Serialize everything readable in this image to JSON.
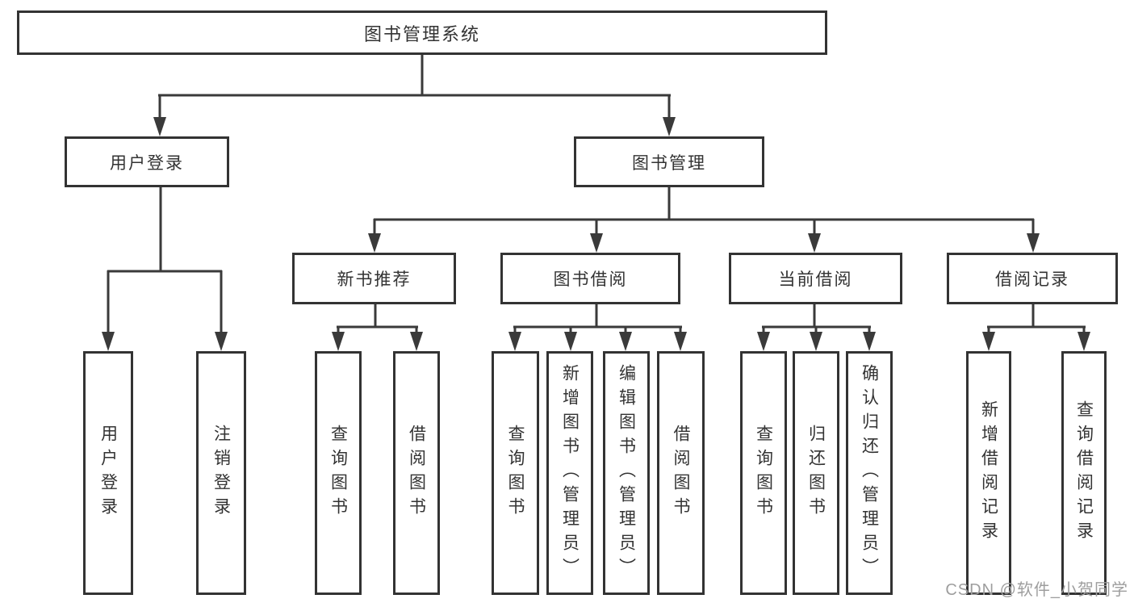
{
  "colors": {
    "background": "#ffffff",
    "line": "#3a3a3a",
    "box_border": "#333333",
    "text": "#333333",
    "watermark": "#9e9e9e"
  },
  "tree": {
    "root": {
      "label": "图书管理系统"
    },
    "branches": [
      {
        "label": "用户登录",
        "children": [
          {
            "label": "用户登录"
          },
          {
            "label": "注销登录"
          }
        ]
      },
      {
        "label": "图书管理",
        "children": [
          {
            "label": "新书推荐",
            "children": [
              {
                "label": "查询图书"
              },
              {
                "label": "借阅图书"
              }
            ]
          },
          {
            "label": "图书借阅",
            "children": [
              {
                "label": "查询图书"
              },
              {
                "label": "新增图书（管理员）"
              },
              {
                "label": "编辑图书（管理员）"
              },
              {
                "label": "借阅图书"
              }
            ]
          },
          {
            "label": "当前借阅",
            "children": [
              {
                "label": "查询图书"
              },
              {
                "label": "归还图书"
              },
              {
                "label": "确认归还（管理员）"
              }
            ]
          },
          {
            "label": "借阅记录",
            "children": [
              {
                "label": "新增借阅记录"
              },
              {
                "label": "查询借阅记录"
              }
            ]
          }
        ]
      }
    ]
  },
  "watermark": {
    "text": "CSDN @软件_小贺同学"
  }
}
